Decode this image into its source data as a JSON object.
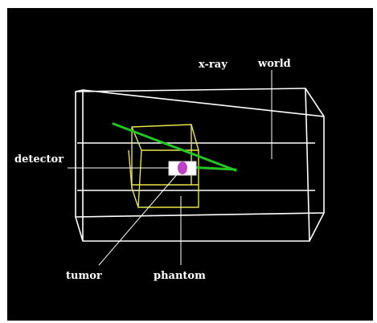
{
  "labels": {
    "xray": "x-ray",
    "world": "world",
    "detector": "detector",
    "tumor": "tumor",
    "phantom": "phantom"
  },
  "colors": {
    "panel_background": "#000000",
    "world_box": "#ffffff",
    "phantom_box": "#e8e24a",
    "xray_beam": "#22c522",
    "tumor": "#c040c8",
    "detector_block": "#ffffff",
    "label_text": "#ffffff"
  }
}
